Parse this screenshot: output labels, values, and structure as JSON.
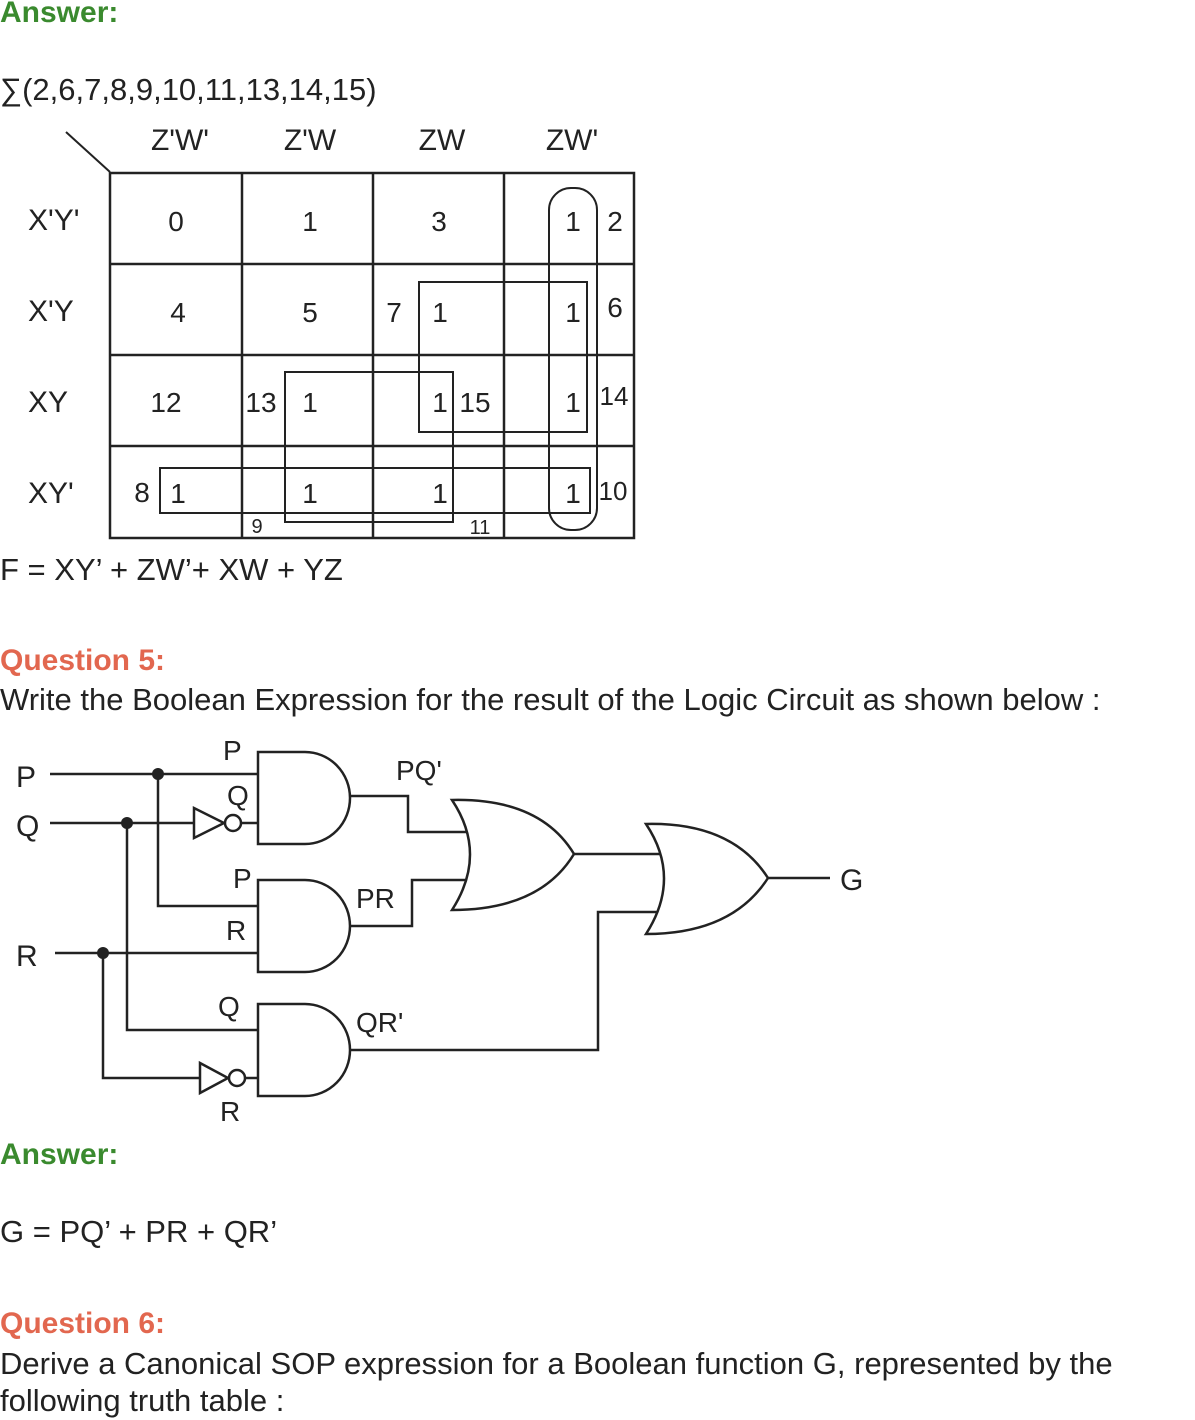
{
  "answer1": {
    "heading": "Answer:",
    "minterms": "∑(2,6,7,8,9,10,11,13,14,15)",
    "result": "F = XY’ + ZW’+ XW + YZ"
  },
  "kmap": {
    "col_headers": [
      "Z'W'",
      "Z'W",
      "ZW",
      "ZW'"
    ],
    "row_headers": [
      "X'Y'",
      "X'Y",
      "XY",
      "XY'"
    ],
    "cells": [
      {
        "ones": [
          "",
          "",
          "",
          "1"
        ],
        "nums": [
          "0",
          "1",
          "3",
          "2"
        ]
      },
      {
        "ones": [
          "",
          "",
          "1",
          "1"
        ],
        "nums": [
          "4",
          "5",
          "7",
          "6"
        ]
      },
      {
        "ones": [
          "",
          "1",
          "1",
          "1"
        ],
        "nums": [
          "12",
          "13",
          "15",
          "14"
        ]
      },
      {
        "ones": [
          "1",
          "1",
          "1",
          "1"
        ],
        "nums": [
          "8",
          "9",
          "11",
          "10"
        ]
      }
    ]
  },
  "question5": {
    "heading": "Question 5:",
    "text": "Write the Boolean Expression for the result of the Logic Circuit as shown below :"
  },
  "circuit": {
    "inputs": [
      "P",
      "Q",
      "R"
    ],
    "gate_labels": {
      "g1_in1": "P",
      "g1_in2": "Q",
      "g2_in1": "P",
      "g2_in2": "R",
      "g3_in1": "Q",
      "g3_in2": "R"
    },
    "out_labels": {
      "g1": "PQ'",
      "g2": "PR",
      "g3": "QR'"
    },
    "output": "G"
  },
  "answer2": {
    "heading": "Answer:",
    "result": "G = PQ’ + PR + QR’"
  },
  "question6": {
    "heading": "Question 6:",
    "line1": "Derive a Canonical SOP expression for a Boolean function G, represented by the",
    "line2": "following truth table :"
  }
}
